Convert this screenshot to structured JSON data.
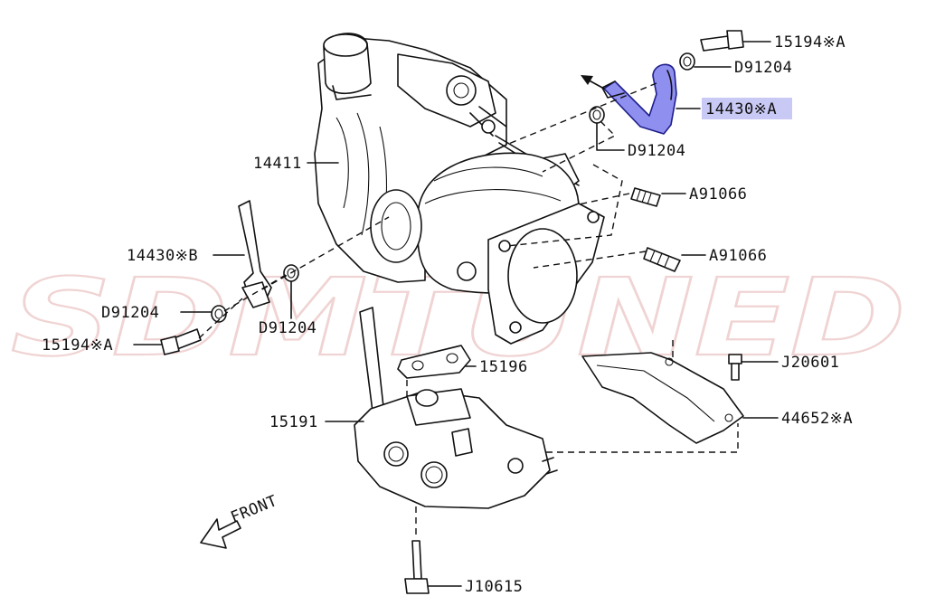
{
  "watermark": "SDMTUNED",
  "colors": {
    "line": "#111111",
    "highlight_fill": "#8f8ff0",
    "highlight_label_bg": "#c9c9f5",
    "watermark_stroke": "#c03a3a"
  },
  "labels": {
    "bolt_top": "15194※A",
    "washer_top_right": "D91204",
    "oil_pipe_a": "14430※A",
    "washer_top_left": "D91204",
    "turbo": "14411",
    "stud_upper": "A91066",
    "stud_lower": "A91066",
    "oil_pipe_b": "14430※B",
    "washer_left": "D91204",
    "washer_mid": "D91204",
    "bolt_left": "15194※A",
    "gasket": "15196",
    "bolt_right": "J20601",
    "heat_shield": "44652※A",
    "exhaust_pipe": "15191",
    "front": "FRONT",
    "bolt_bottom": "J10615"
  }
}
